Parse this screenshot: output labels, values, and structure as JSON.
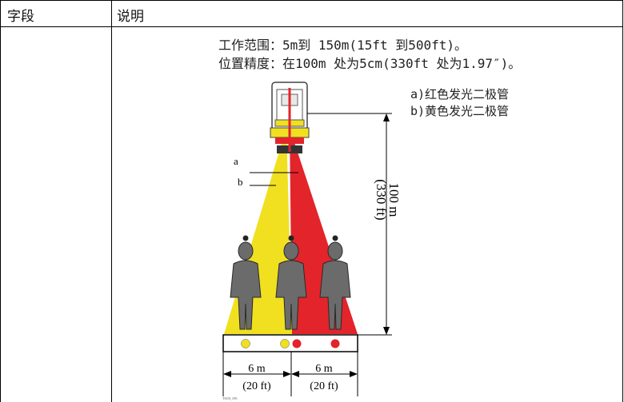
{
  "table": {
    "header_field": "字段",
    "header_desc": "说明"
  },
  "description": {
    "line1": "工作范围：5m到 150m(15ft 到500ft)。",
    "line2": "位置精度：在100m 处为5cm(330ft 处为1.97″)。"
  },
  "legend": {
    "a": "a)红色发光二极管",
    "b": "b)黄色发光二极管"
  },
  "figure": {
    "label_a": "a",
    "label_b": "b",
    "vertical_dim": "100 m\n(330 ft)",
    "left_dim": "6 m",
    "left_dim_ft": "(20 ft)",
    "right_dim": "6 m",
    "right_dim_ft": "(20 ft)",
    "figure_code": "TSOX_095",
    "colors": {
      "yellow": "#f0e020",
      "red": "#e3242b"
    }
  }
}
